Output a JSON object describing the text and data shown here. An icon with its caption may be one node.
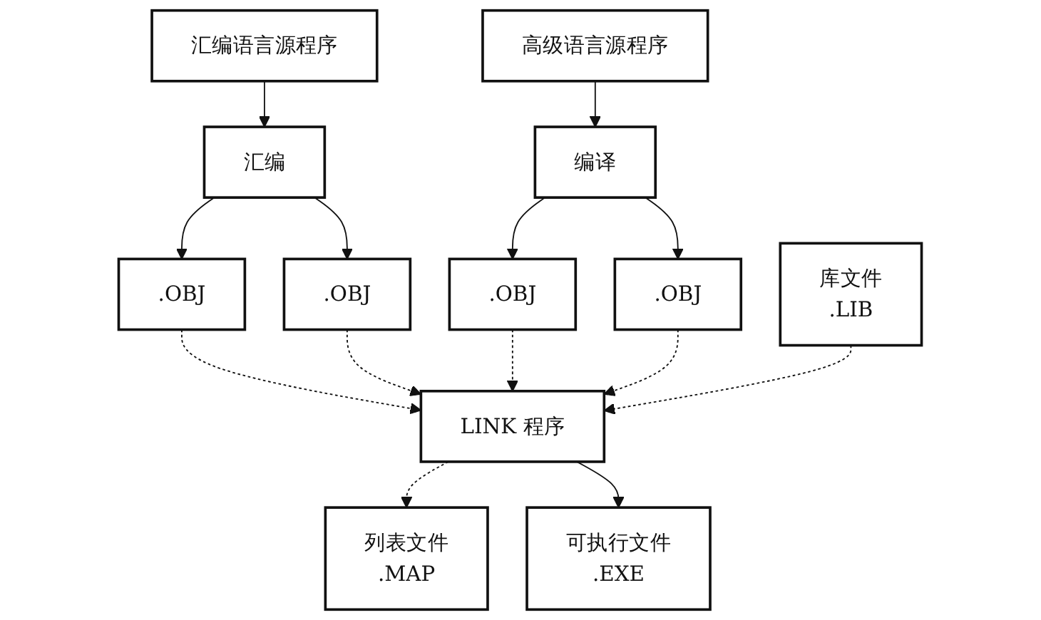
{
  "diagram": {
    "nodes": [
      {
        "text": [
          "汇编语言源程序"
        ]
      },
      {
        "text": [
          "高级语言源程序"
        ]
      },
      {
        "text": [
          "汇编"
        ]
      },
      {
        "text": [
          "编译"
        ]
      },
      {
        "text": [
          ".OBJ"
        ]
      },
      {
        "text": [
          ".OBJ"
        ]
      },
      {
        "text": [
          ".OBJ"
        ]
      },
      {
        "text": [
          ".OBJ"
        ]
      },
      {
        "text": [
          "库文件",
          ".LIB"
        ]
      },
      {
        "text": [
          "LINK 程序"
        ]
      },
      {
        "text": [
          "列表文件",
          ".MAP"
        ]
      },
      {
        "text": [
          "可执行文件",
          ".EXE"
        ]
      }
    ],
    "edges": [
      {
        "from": 0,
        "to": 2,
        "arrow": "to"
      },
      {
        "from": 1,
        "to": 3,
        "arrow": "to"
      },
      {
        "from": 2,
        "to": 4,
        "arrow": "to"
      },
      {
        "from": 2,
        "to": 5,
        "arrow": "to"
      },
      {
        "from": 3,
        "to": 6,
        "arrow": "to"
      },
      {
        "from": 3,
        "to": 7,
        "arrow": "to"
      },
      {
        "from": 4,
        "to": 9,
        "arrow": "to",
        "style": "dashed"
      },
      {
        "from": 5,
        "to": 9,
        "arrow": "to",
        "style": "dashed"
      },
      {
        "from": 6,
        "to": 9,
        "arrow": "to",
        "style": "dashed"
      },
      {
        "from": 7,
        "to": 9,
        "arrow": "to",
        "style": "dashed"
      },
      {
        "from": 8,
        "to": 9,
        "arrow": "to",
        "style": "dashed"
      },
      {
        "from": 9,
        "to": 10,
        "arrow": "to",
        "style": "dashed"
      },
      {
        "from": 9,
        "to": 11,
        "arrow": "to"
      }
    ]
  }
}
